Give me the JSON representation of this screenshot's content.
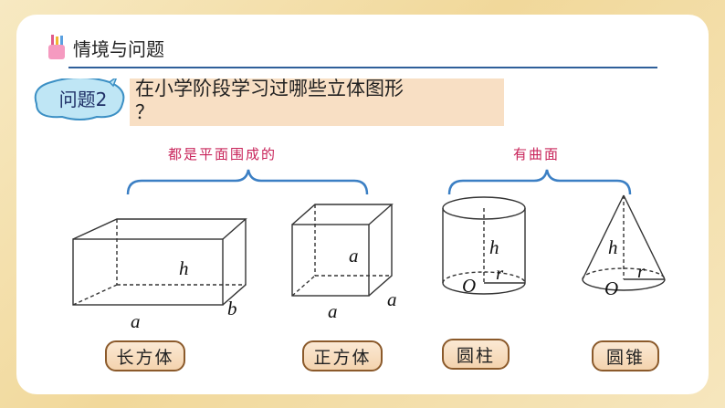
{
  "header": {
    "title": "情境与问题"
  },
  "question": {
    "badge": "问题2",
    "line1": "在小学阶段学习过哪些立体图形",
    "line2": "？"
  },
  "groups": {
    "flat": "都是平面围成的",
    "curved": "有曲面"
  },
  "shapes": {
    "cuboid": {
      "name": "长方体",
      "length": "a",
      "width": "b",
      "height": "h"
    },
    "cube": {
      "name": "正方体",
      "edge": "a"
    },
    "cylinder": {
      "name": "圆柱",
      "height": "h",
      "radius": "r",
      "center": "O"
    },
    "cone": {
      "name": "圆锥",
      "height": "h",
      "radius": "r",
      "center": "O"
    }
  },
  "colors": {
    "rule": "#2f5f9a",
    "bracket": "#3b7fc4",
    "group_text": "#c8245a",
    "pill_border": "#8b5a2b"
  }
}
